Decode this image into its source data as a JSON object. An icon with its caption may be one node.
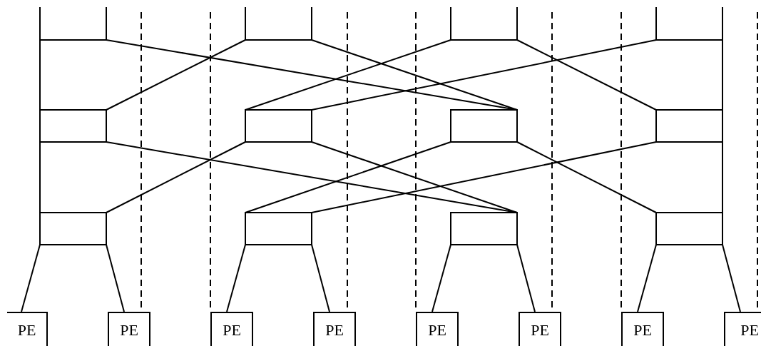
{
  "diagram": {
    "nodes": [
      {
        "text": [],
        "shape": "box"
      },
      {
        "text": [],
        "shape": "box"
      },
      {
        "text": [],
        "shape": "box"
      },
      {
        "text": [],
        "shape": "box"
      },
      {
        "text": [],
        "shape": "box"
      },
      {
        "text": [],
        "shape": "box"
      },
      {
        "text": [],
        "shape": "box"
      },
      {
        "text": [],
        "shape": "box"
      },
      {
        "text": [],
        "shape": "box"
      },
      {
        "text": [],
        "shape": "box"
      },
      {
        "text": [],
        "shape": "box"
      },
      {
        "text": [],
        "shape": "box"
      },
      {
        "text": [
          "PE"
        ]
      },
      {
        "text": [
          "PE"
        ]
      },
      {
        "text": [
          "PE"
        ]
      },
      {
        "text": [
          "PE"
        ]
      },
      {
        "text": [
          "PE"
        ]
      },
      {
        "text": [
          "PE"
        ]
      },
      {
        "text": [
          "PE"
        ]
      },
      {
        "text": [
          "PE"
        ]
      }
    ],
    "edges": [
      {
        "from": 0,
        "to": 4,
        "arrow": "none"
      },
      {
        "from": 0,
        "to": 6,
        "arrow": "none"
      },
      {
        "from": 1,
        "to": 4,
        "arrow": "none"
      },
      {
        "from": 1,
        "to": 6,
        "arrow": "none"
      },
      {
        "from": 2,
        "to": 5,
        "arrow": "none"
      },
      {
        "from": 2,
        "to": 7,
        "arrow": "none"
      },
      {
        "from": 3,
        "to": 5,
        "arrow": "none"
      },
      {
        "from": 3,
        "to": 7,
        "arrow": "none"
      },
      {
        "from": 4,
        "to": 8,
        "arrow": "none"
      },
      {
        "from": 4,
        "to": 10,
        "arrow": "none"
      },
      {
        "from": 5,
        "to": 8,
        "arrow": "none"
      },
      {
        "from": 5,
        "to": 10,
        "arrow": "none"
      },
      {
        "from": 6,
        "to": 9,
        "arrow": "none"
      },
      {
        "from": 6,
        "to": 11,
        "arrow": "none"
      },
      {
        "from": 7,
        "to": 9,
        "arrow": "none"
      },
      {
        "from": 7,
        "to": 11,
        "arrow": "none"
      },
      {
        "from": 8,
        "to": 12,
        "arrow": "none"
      },
      {
        "from": 8,
        "to": 13,
        "arrow": "none"
      },
      {
        "from": 9,
        "to": 14,
        "arrow": "none"
      },
      {
        "from": 9,
        "to": 15,
        "arrow": "none"
      },
      {
        "from": 10,
        "to": 16,
        "arrow": "none"
      },
      {
        "from": 10,
        "to": 17,
        "arrow": "none"
      },
      {
        "from": 11,
        "to": 18,
        "arrow": "none"
      },
      {
        "from": 11,
        "to": 19,
        "arrow": "none"
      }
    ]
  }
}
